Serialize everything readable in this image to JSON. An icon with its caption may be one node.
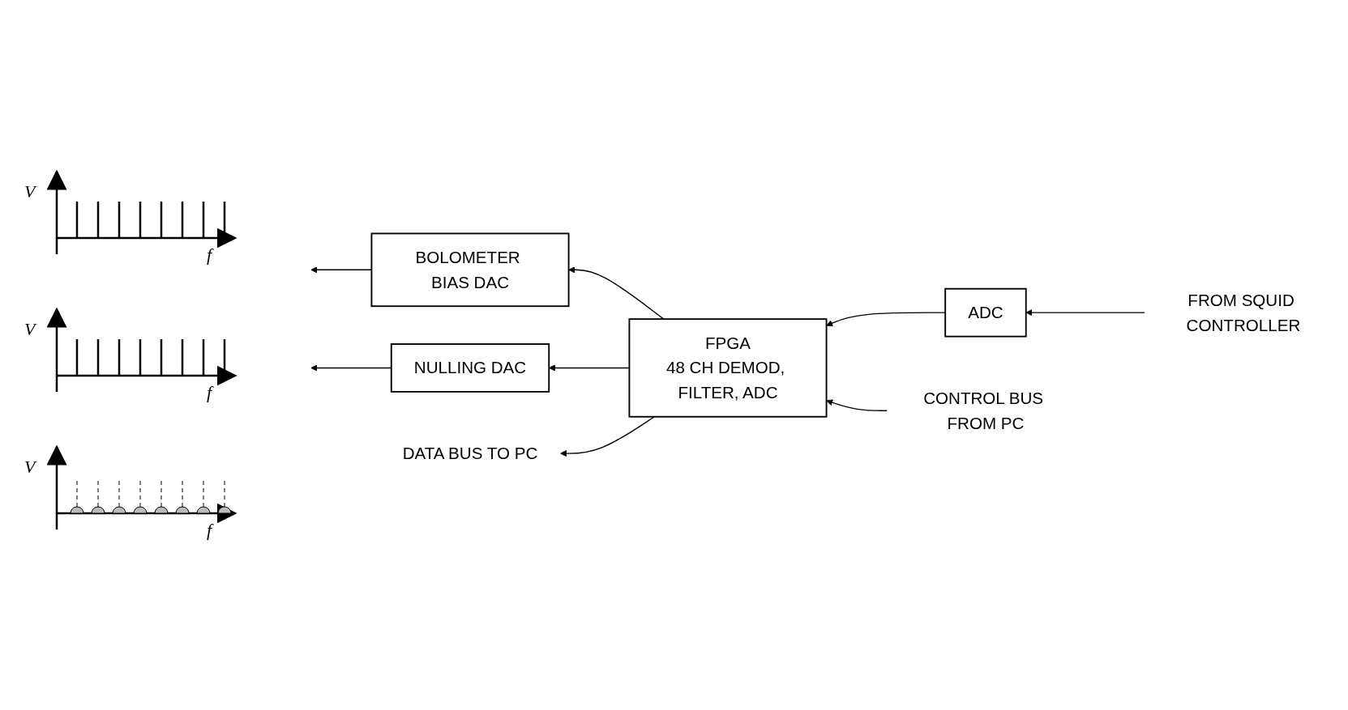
{
  "diagram": {
    "nodes": [
      {
        "text": [
          "BOLOMETER BIAS DAC"
        ]
      },
      {
        "text": [
          "NULLING DAC"
        ]
      },
      {
        "text": [
          "FROM SQUID CONTROLLER"
        ]
      },
      {
        "text": [
          "ADC"
        ]
      },
      {
        "text": [
          "FPGA",
          "48 CH DEMOD, FILTER, ADC"
        ]
      },
      {
        "text": [
          "DATA BUS TO PC"
        ]
      },
      {
        "text": [
          "CONTROL BUS FROM PC"
        ]
      }
    ],
    "edges": [
      {
        "from": 0,
        "to": null,
        "arrow": "to"
      },
      {
        "from": 1,
        "to": null,
        "arrow": "to"
      },
      {
        "from": 2,
        "to": 3,
        "arrow": "to"
      },
      {
        "from": 3,
        "to": 4,
        "arrow": "to"
      },
      {
        "from": 4,
        "to": 0,
        "arrow": "to"
      },
      {
        "from": 4,
        "to": 1,
        "arrow": "to"
      },
      {
        "from": 4,
        "to": 5,
        "arrow": "to"
      },
      {
        "from": 6,
        "to": 4,
        "arrow": "to"
      }
    ],
    "labels": [
      "V",
      "f",
      "V",
      "f",
      "V",
      "f"
    ]
  }
}
